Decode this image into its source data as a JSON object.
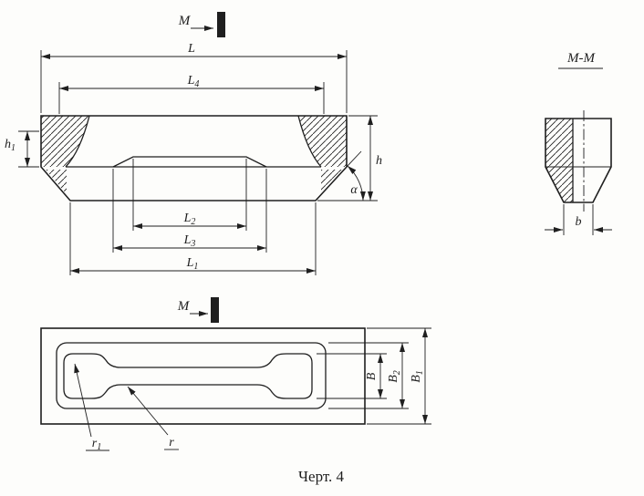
{
  "caption": "Черт. 4",
  "markers": {
    "cut_label": "М",
    "view_label": "М-М"
  },
  "dimensions": {
    "L": {
      "base": "L"
    },
    "L1": {
      "base": "L",
      "sub": "1"
    },
    "L2": {
      "base": "L",
      "sub": "2"
    },
    "L3": {
      "base": "L",
      "sub": "3"
    },
    "L4": {
      "base": "L",
      "sub": "4"
    },
    "h": {
      "base": "h"
    },
    "h1": {
      "base": "h",
      "sub": "1"
    },
    "alpha": {
      "base": "α"
    },
    "b": {
      "base": "b"
    },
    "B": {
      "base": "B"
    },
    "B1": {
      "base": "B",
      "sub": "1"
    },
    "B2": {
      "base": "B",
      "sub": "2"
    },
    "r": {
      "base": "r"
    },
    "r1": {
      "base": "r",
      "sub": "1"
    }
  },
  "colors": {
    "line": "#1f1f1f",
    "background": "#fdfdfb"
  }
}
